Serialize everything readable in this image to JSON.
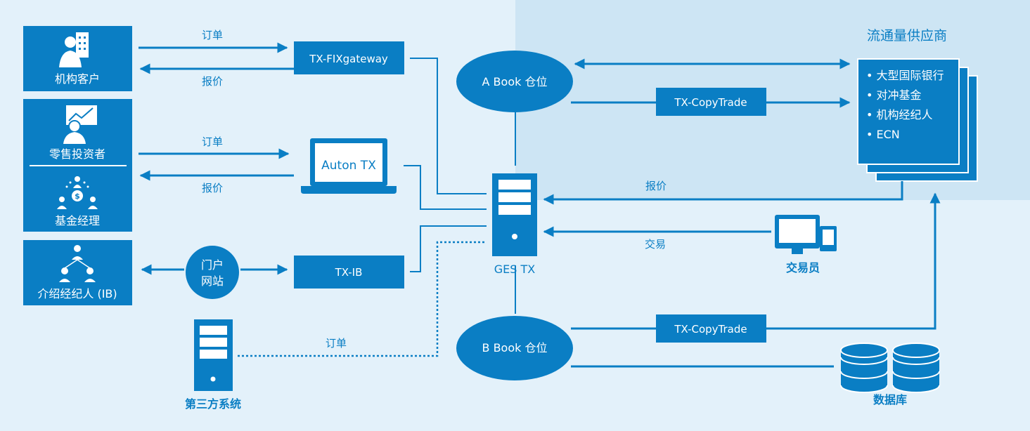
{
  "colors": {
    "background": "#e3f1fa",
    "panel": "#cde5f4",
    "primary": "#0a7ec4",
    "text_light": "#ffffff",
    "text_dark": "#0a7ec4"
  },
  "clients": {
    "institutional": "机构客户",
    "retail": "零售投资者",
    "fund_manager": "基金经理",
    "introducing_broker": "介绍经纪人 (IB)"
  },
  "flows": {
    "order": "订单",
    "quote": "报价",
    "trade": "交易"
  },
  "components": {
    "fix_gateway": "TX-FIXgateway",
    "auton_tx": "Auton TX",
    "portal_line1": "门户",
    "portal_line2": "网站",
    "tx_ib": "TX-IB",
    "ges_tx": "GES TX",
    "third_party": "第三方系统",
    "a_book": "A Book 仓位",
    "b_book": "B Book 仓位",
    "copytrade_a": "TX-CopyTrade",
    "copytrade_b": "TX-CopyTrade",
    "trader": "交易员",
    "database": "数据库"
  },
  "liquidity": {
    "title": "流通量供应商",
    "items": [
      "• 大型国际银行",
      "• 对冲基金",
      "• 机构经纪人",
      "• ECN"
    ]
  },
  "icons": [
    "business-person-icon",
    "chart-person-icon",
    "fund-manager-icon",
    "network-people-icon",
    "laptop-icon",
    "server-icon",
    "monitor-icon",
    "database-icon",
    "arrow-icon"
  ]
}
